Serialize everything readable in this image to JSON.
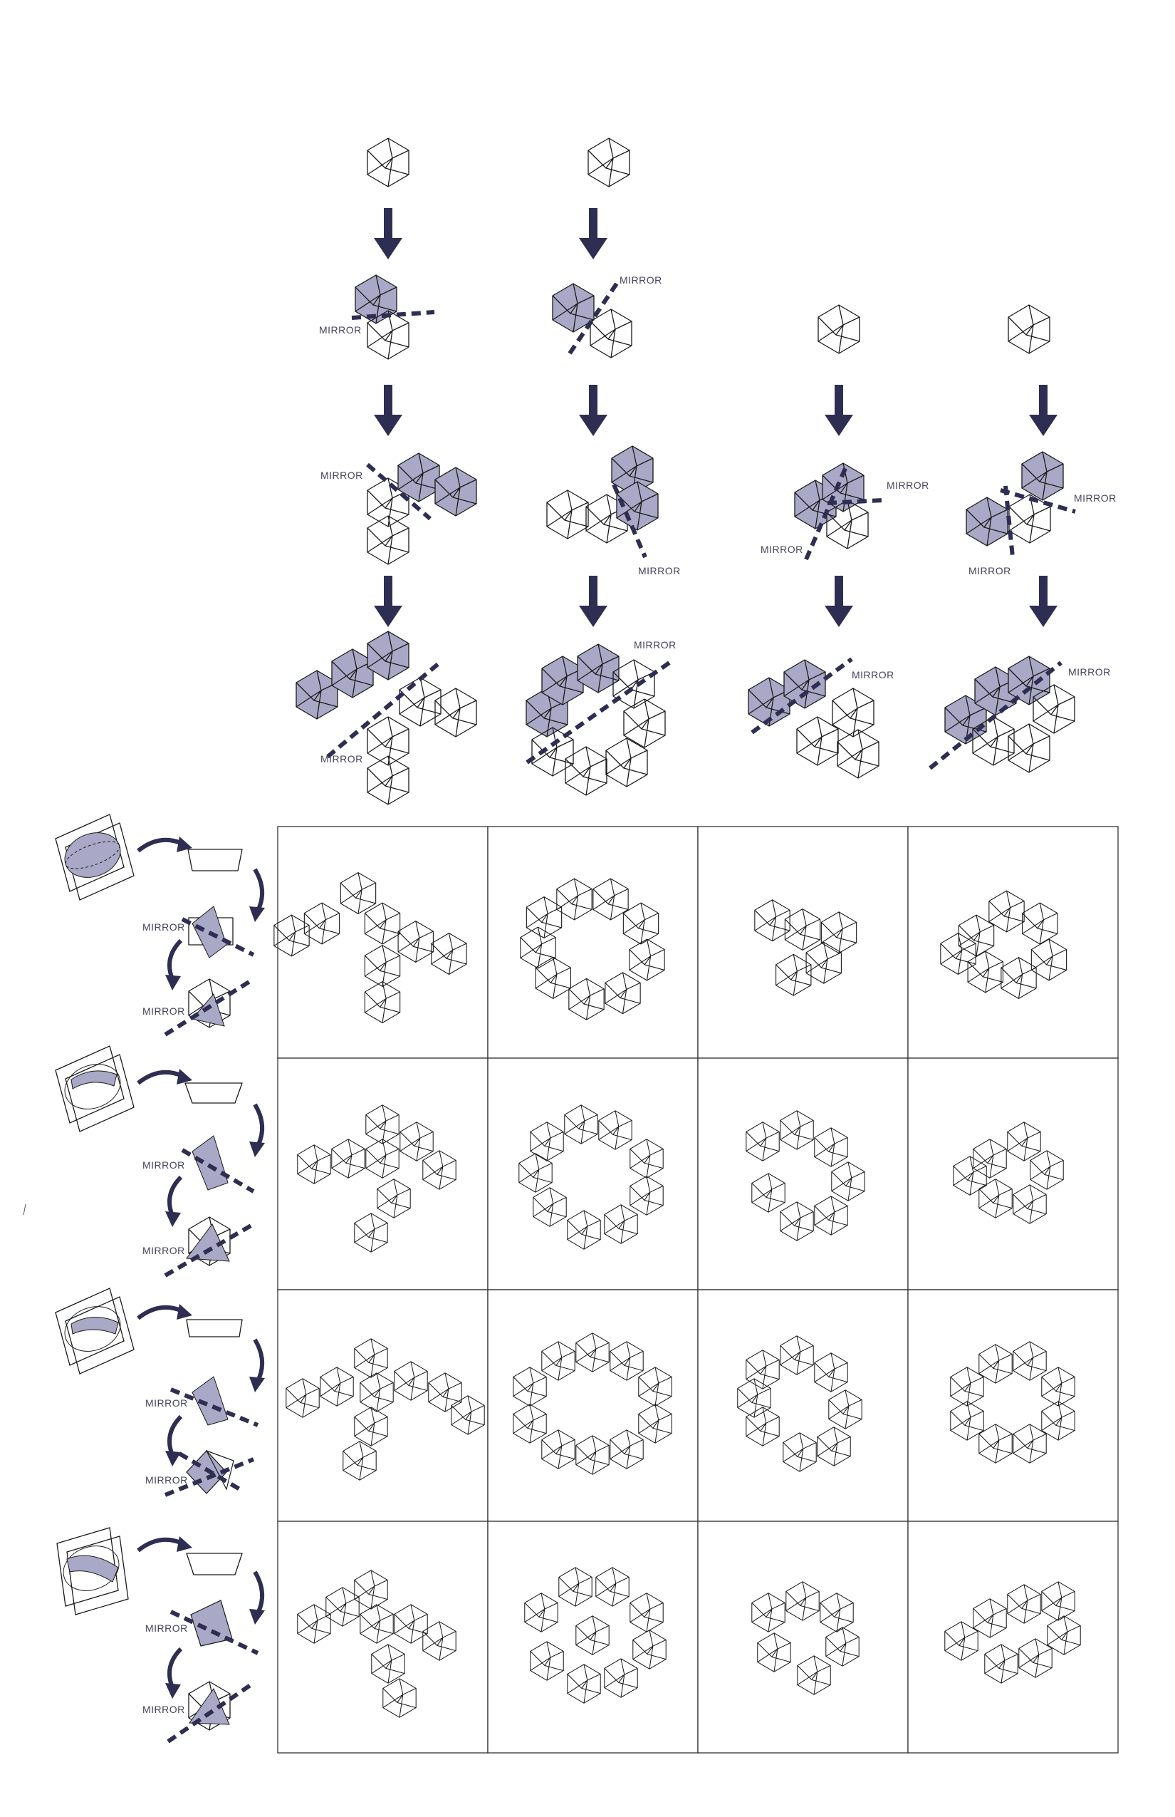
{
  "mirror_label": "MIRROR",
  "colors": {
    "ink": "#1a1a1a",
    "highlight_fill": "#a9a8c6",
    "accent_dark": "#2e2d52",
    "label": "#44445e"
  },
  "grid": {
    "rows": 4,
    "cols": 4
  },
  "sequences": 4,
  "side_diagrams": 4
}
